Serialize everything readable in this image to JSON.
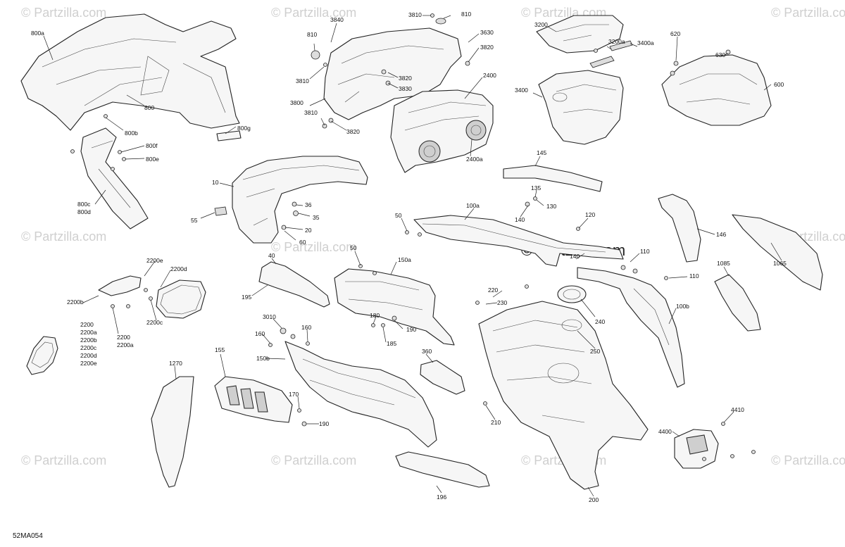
{
  "watermarks": {
    "small": "© Partzilla.com",
    "main": "© Partzilla.com"
  },
  "diagram_code": "52MA054",
  "callouts": {
    "c800a": "800a",
    "c800": "800",
    "c800b": "800b",
    "c800g": "800g",
    "c800f": "800f",
    "c800e": "800e",
    "c800c": "800c",
    "c800d": "800d",
    "c3840": "3840",
    "c810a": "810",
    "c3810a": "3810",
    "c810b": "810",
    "c3630": "3630",
    "c3820a": "3820",
    "c3810b": "3810",
    "c3800": "3800",
    "c3820b": "3820",
    "c3830": "3830",
    "c3810c": "3810",
    "c3820c": "3820",
    "c2400": "2400",
    "c2400a": "2400a",
    "c3200": "3200",
    "c3200a": "3200a",
    "c3400a": "3400a",
    "c3400": "3400",
    "c620": "620",
    "c630": "630",
    "c600": "600",
    "c10": "10",
    "c55": "55",
    "c36": "36",
    "c35": "35",
    "c20": "20",
    "c60": "60",
    "c145": "145",
    "c135": "135",
    "c130": "130",
    "c140a": "140",
    "c50a": "50",
    "c100a": "100a",
    "c120": "120",
    "c140b": "140",
    "c110a": "110",
    "c110b": "110",
    "c146": "146",
    "c1065": "1065",
    "c1085": "1085",
    "c100b": "100b",
    "c40": "40",
    "c195": "195",
    "c50b": "50",
    "c150a": "150a",
    "c2200e": "2200e",
    "c2200d": "2200d",
    "c2200b": "2200b",
    "c2200c": "2200c",
    "c2200": "2200",
    "c2200a": "2200a",
    "list2200": [
      "2200",
      "2200a",
      "2200b",
      "2200c",
      "2200d",
      "2200e"
    ],
    "c180": "180",
    "c190a": "190",
    "c185": "185",
    "c3010": "3010",
    "c160a": "160",
    "c160b": "160",
    "c155": "155",
    "c150b": "150b",
    "c170": "170",
    "c190b": "190",
    "c360": "360",
    "c1270": "1270",
    "c196": "196",
    "c200": "200",
    "c210": "210",
    "c220": "220",
    "c230": "230",
    "c240": "240",
    "c250": "250",
    "c4410": "4410",
    "c4400": "4400"
  }
}
